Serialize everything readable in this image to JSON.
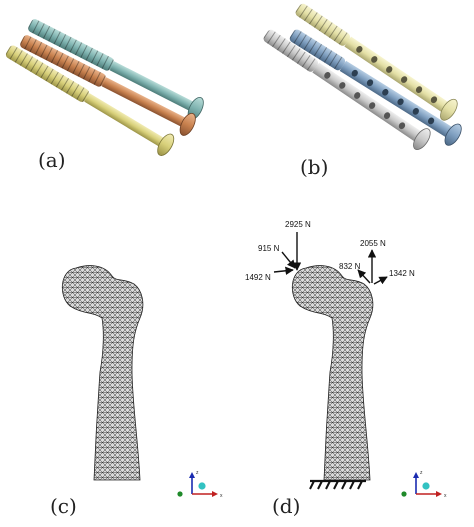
{
  "labels": {
    "a": "(a)",
    "b": "(b)",
    "c": "(c)",
    "d": "(d)"
  },
  "forces": [
    {
      "label": "2925 N"
    },
    {
      "label": "915 N"
    },
    {
      "label": "1492 N"
    },
    {
      "label": "2055 N"
    },
    {
      "label": "832 N"
    },
    {
      "label": "1342 N"
    }
  ],
  "axes": {
    "z": "z",
    "x": "x"
  },
  "colors": {
    "screw_teal": "#7fb3b0",
    "screw_orange": "#c9824f",
    "screw_yellow": "#d8d07a",
    "hollow_yellow": "#e4e0a6",
    "hollow_blue": "#7f9fc0",
    "hollow_gray": "#c9c9c9",
    "mesh": "#2b2b2b",
    "bone_fill": "#d6d6d6"
  }
}
